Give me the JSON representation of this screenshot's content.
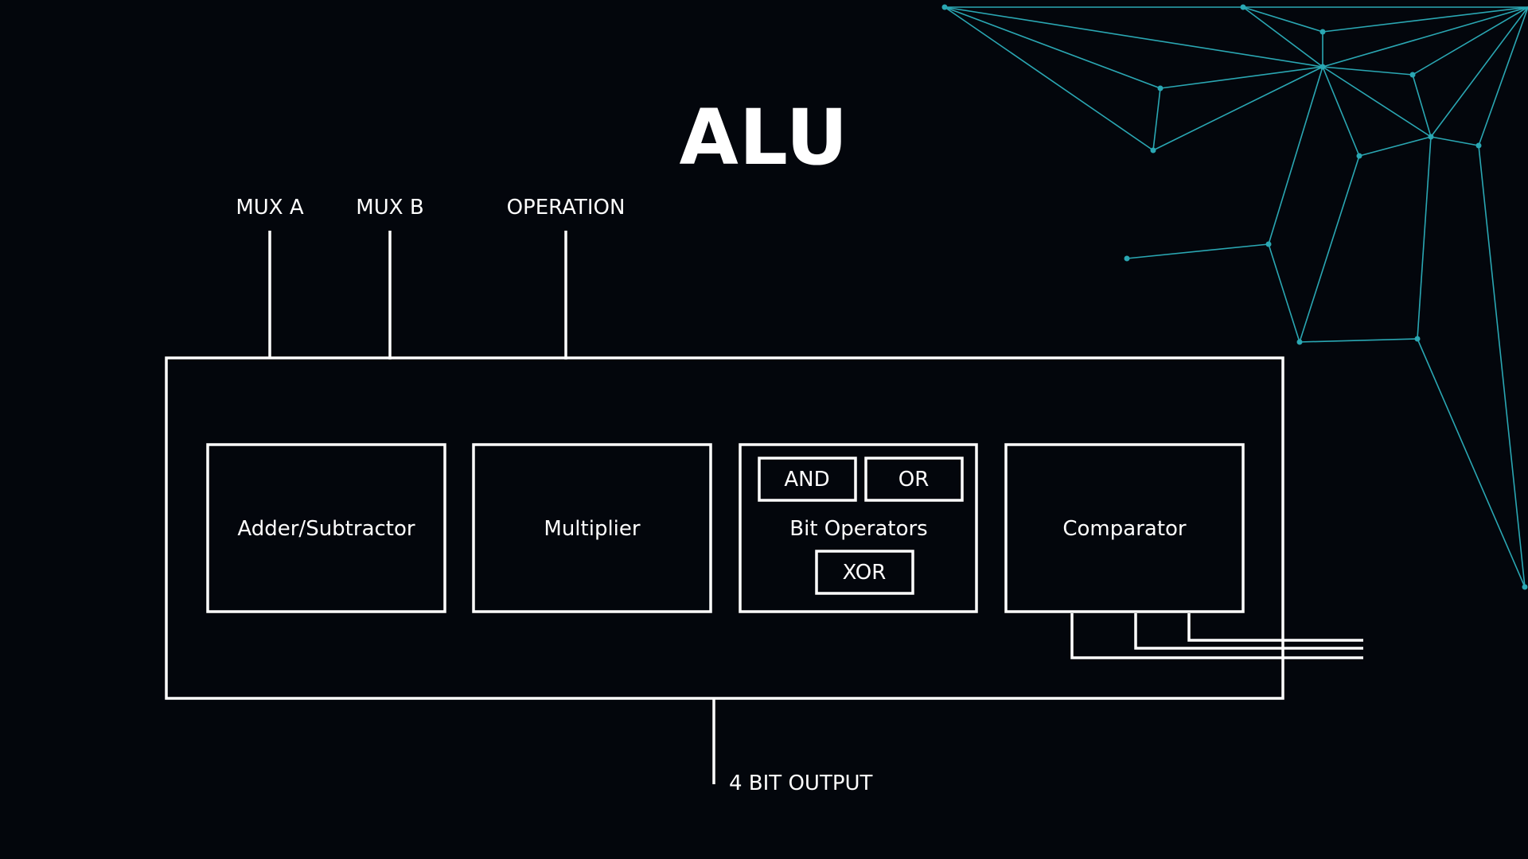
{
  "title": "ALU",
  "inputs": {
    "mux_a": "MUX A",
    "mux_b": "MUX B",
    "operation": "OPERATION"
  },
  "units": {
    "adder": "Adder/Subtractor",
    "multiplier": "Multiplier",
    "bit_operators": {
      "label": "Bit Operators",
      "and": "AND",
      "or": "OR",
      "xor": "XOR"
    },
    "comparator": "Comparator"
  },
  "output": "4 BIT OUTPUT",
  "colors": {
    "background": "#03060c",
    "foreground": "#ffffff",
    "network_accent": "#2aa7b3"
  }
}
